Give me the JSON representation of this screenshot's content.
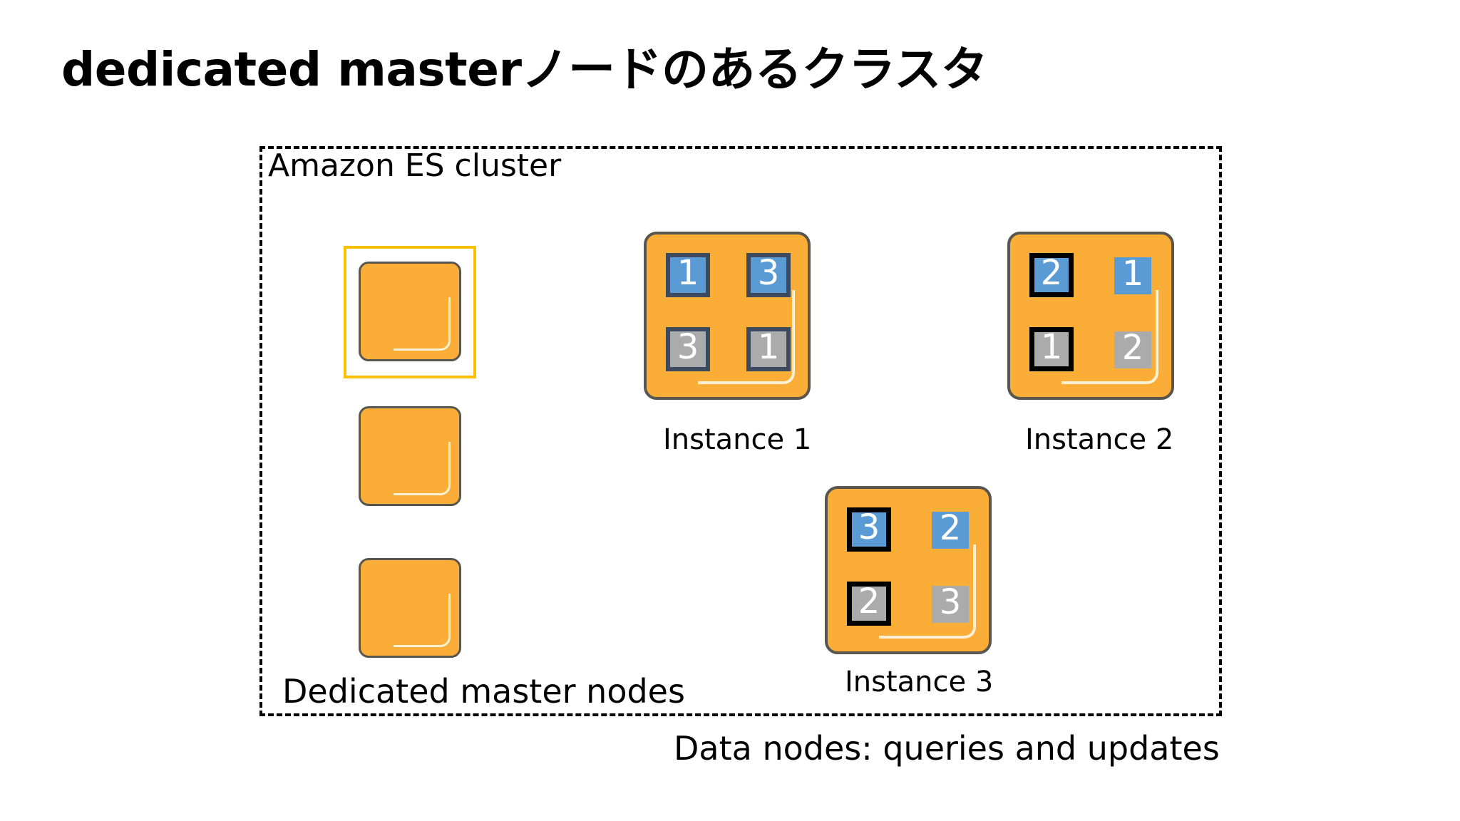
{
  "slide": {
    "title": "dedicated masterノードのあるクラスタ",
    "cluster_label": "Amazon ES cluster",
    "master_nodes_label": "Dedicated master nodes",
    "data_nodes_caption": "Data nodes: queries and updates"
  },
  "colors": {
    "node_orange": "#fbae37",
    "node_border": "#595650",
    "primary_shard_blue": "#5b9bd5",
    "replica_shard_gray": "#ababab",
    "shard_border_slate": "#3b4a5e",
    "shard_border_highlight": "#000000",
    "selection_outline": "#ffc000",
    "cluster_border": "#000000",
    "background": "#ffffff",
    "text": "#000000"
  },
  "master_nodes": [
    {
      "id": "master-node-1",
      "selected": true
    },
    {
      "id": "master-node-2",
      "selected": false
    },
    {
      "id": "master-node-3",
      "selected": false
    }
  ],
  "instances": [
    {
      "id": "instance-1",
      "label": "Instance 1",
      "shards": [
        {
          "num": "1",
          "type": "primary",
          "border": "slate"
        },
        {
          "num": "3",
          "type": "primary",
          "border": "slate"
        },
        {
          "num": "3",
          "type": "replica",
          "border": "slate"
        },
        {
          "num": "1",
          "type": "replica",
          "border": "slate"
        }
      ]
    },
    {
      "id": "instance-2",
      "label": "Instance 2",
      "shards": [
        {
          "num": "2",
          "type": "primary",
          "border": "black"
        },
        {
          "num": "1",
          "type": "primary",
          "border": "none"
        },
        {
          "num": "1",
          "type": "replica",
          "border": "black"
        },
        {
          "num": "2",
          "type": "replica",
          "border": "none"
        }
      ]
    },
    {
      "id": "instance-3",
      "label": "Instance 3",
      "shards": [
        {
          "num": "3",
          "type": "primary",
          "border": "black"
        },
        {
          "num": "2",
          "type": "primary",
          "border": "none"
        },
        {
          "num": "2",
          "type": "replica",
          "border": "black"
        },
        {
          "num": "3",
          "type": "replica",
          "border": "none"
        }
      ]
    }
  ]
}
